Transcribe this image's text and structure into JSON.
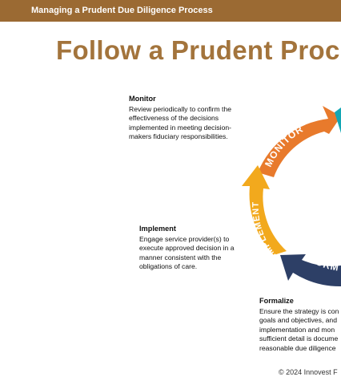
{
  "header": {
    "title": "Managing a Prudent Due Diligence Process"
  },
  "main_title": "Follow a Prudent Proc",
  "monitor": {
    "heading": "Monitor",
    "lines": [
      "Review periodically to confirm the",
      "effectiveness of the decisions",
      "implemented in meeting decision-",
      "makers fiduciary responsibilities."
    ]
  },
  "implement": {
    "heading": "Implement",
    "lines": [
      "Engage service provider(s) to",
      "execute approved decision in a",
      "manner consistent with the",
      "obligations of care."
    ]
  },
  "formalize": {
    "heading": "Formalize",
    "lines": [
      "Ensure the strategy is con",
      "goals and objectives, and",
      "implementation and mon",
      "sufficient detail is docume",
      "reasonable due diligence"
    ]
  },
  "cycle": {
    "monitor_label": "MONITOR",
    "implement_label": "IMPLEMENT",
    "formalize_label": "FORM",
    "colors": {
      "monitor": "#e87a2c",
      "implement": "#f2a91d",
      "formalize": "#2d3f66",
      "teal": "#14a7b5"
    }
  },
  "footer": {
    "copyright": "© 2024 Innovest F"
  }
}
